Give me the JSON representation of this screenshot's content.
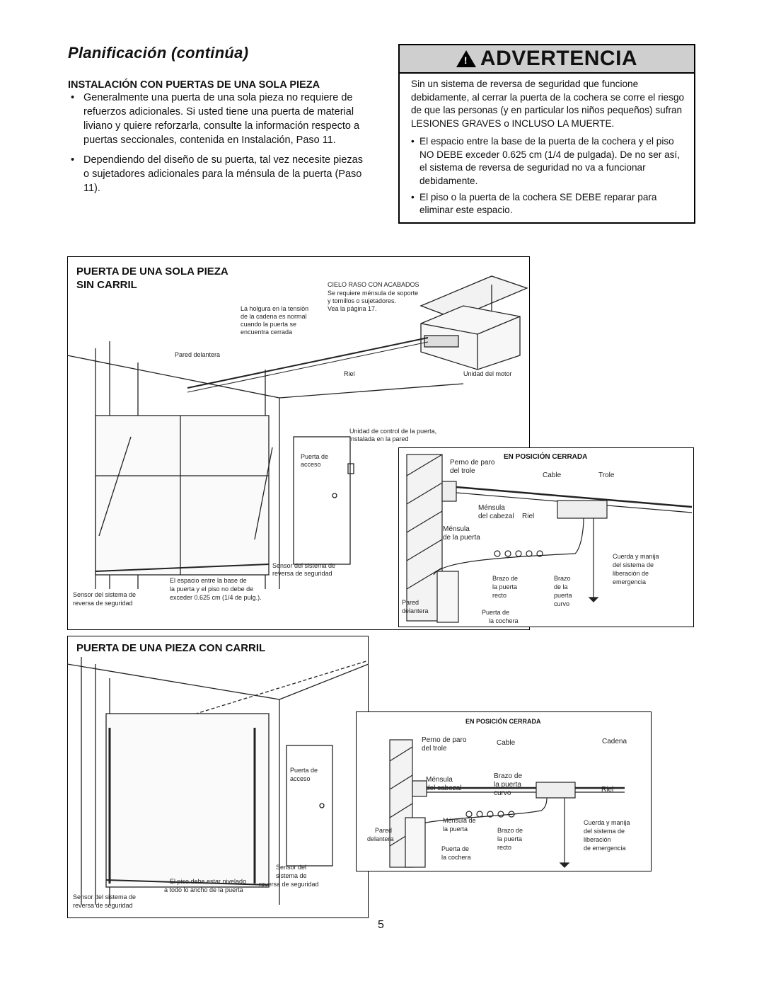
{
  "header": {
    "title": "Planificación (continúa)",
    "subtitle": "INSTALACIÓN CON PUERTAS DE UNA SOLA PIEZA"
  },
  "intro_bullets": [
    "Generalmente una puerta de una sola pieza no requiere de refuerzos adicionales. Si usted tiene una puerta de material liviano y quiere reforzarla, consulte la información respecto a puertas seccionales, contenida en Instalación, Paso 11.",
    "Dependiendo del diseño de su puerta, tal vez necesite piezas o sujetadores adicionales para la ménsula de la puerta (Paso 11)."
  ],
  "warning": {
    "heading": "ADVERTENCIA",
    "symbol": "!",
    "intro": "Sin un sistema de reversa de seguridad que funcione debidamente, al cerrar la puerta de la cochera se corre el riesgo de que las personas (y en particular los niños pequeños) sufran LESIONES GRAVES o INCLUSO LA MUERTE.",
    "bullets": [
      "El espacio entre la base de la puerta de la cochera y el piso NO DEBE exceder 0.625 cm (1/4 de pulgada). De no ser así, el sistema de reversa de seguridad no va a funcionar debidamente.",
      "El piso o la puerta de la cochera SE DEBE reparar para eliminar este espacio."
    ]
  },
  "figure1": {
    "title_line1": "PUERTA DE UNA SOLA PIEZA",
    "title_line2": "SIN CARRIL",
    "labels": {
      "ceiling_title": "CIELO RASO CON ACABADOS",
      "ceiling_note1": "Se requiere ménsula de soporte",
      "ceiling_note2": "y tornillos o sujetadores.",
      "ceiling_note3": "Vea la página 17.",
      "chain_note1": "La holgura en la tensión",
      "chain_note2": "de la cadena es normal",
      "chain_note3": "cuando la puerta se",
      "chain_note4": "encuentra cerrada",
      "front_wall": "Pared delantera",
      "rail": "Riel",
      "motor": "Unidad del motor",
      "control1": "Unidad de control de la puerta,",
      "control2": "instalada en la pared",
      "access1": "Puerta de",
      "access2": "acceso",
      "sensor_r1": "Sensor del sistema de",
      "sensor_r2": "reversa de seguridad",
      "gap1": "El espacio entre la base de",
      "gap2": "la puerta y el piso no debe de",
      "gap3": "exceder 0.625 cm (1/4 de pulg.).",
      "sensor_l1": "Sensor del sistema de",
      "sensor_l2": "reversa de seguridad"
    }
  },
  "detail1": {
    "title": "EN POSICIÓN CERRADA",
    "labels": {
      "stop1": "Perno de paro",
      "stop2": "del trole",
      "cable": "Cable",
      "trolley": "Trole",
      "hb1": "Ménsula",
      "hb2": "del cabezal",
      "rail": "Riel",
      "db1": "Ménsula",
      "db2": "de la puerta",
      "rope1": "Cuerda y manija",
      "rope2": "del sistema de",
      "rope3": "liberación de",
      "rope4": "emergencia",
      "sa1": "Brazo de",
      "sa2": "la puerta",
      "sa3": "recto",
      "ca1": "Brazo",
      "ca2": "de la",
      "ca3": "puerta",
      "ca4": "curvo",
      "wall1": "Pared",
      "wall2": "delantera",
      "gd1": "Puerta de",
      "gd2": "la cochera"
    }
  },
  "figure2": {
    "title": "PUERTA DE UNA PIEZA CON CARRIL",
    "labels": {
      "access1": "Puerta de",
      "access2": "acceso",
      "floor1": "El piso debe estar nivelado",
      "floor2": "a todo lo ancho de la puerta",
      "sensor_r1": "Sensor del",
      "sensor_r2": "sistema de",
      "sensor_r3": "reversa de seguridad",
      "sensor_l1": "Sensor del sistema de",
      "sensor_l2": "reversa de seguridad"
    }
  },
  "detail2": {
    "title": "EN POSICIÓN CERRADA",
    "labels": {
      "stop1": "Perno de paro",
      "stop2": "del trole",
      "cable": "Cable",
      "chain": "Cadena",
      "hb1": "Ménsula",
      "hb2": "del cabezal",
      "ca1": "Brazo de",
      "ca2": "la puerta",
      "ca3": "curvo",
      "rail": "Riel",
      "db1": "Ménsula de",
      "db2": "la puerta",
      "sa1": "Brazo de",
      "sa2": "la puerta",
      "sa3": "recto",
      "rope1": "Cuerda y manija",
      "rope2": "del sistema de",
      "rope3": "liberación",
      "rope4": "de emergencia",
      "wall1": "Pared",
      "wall2": "delantera",
      "gd1": "Puerta de",
      "gd2": "la cochera"
    }
  },
  "page_number": "5"
}
